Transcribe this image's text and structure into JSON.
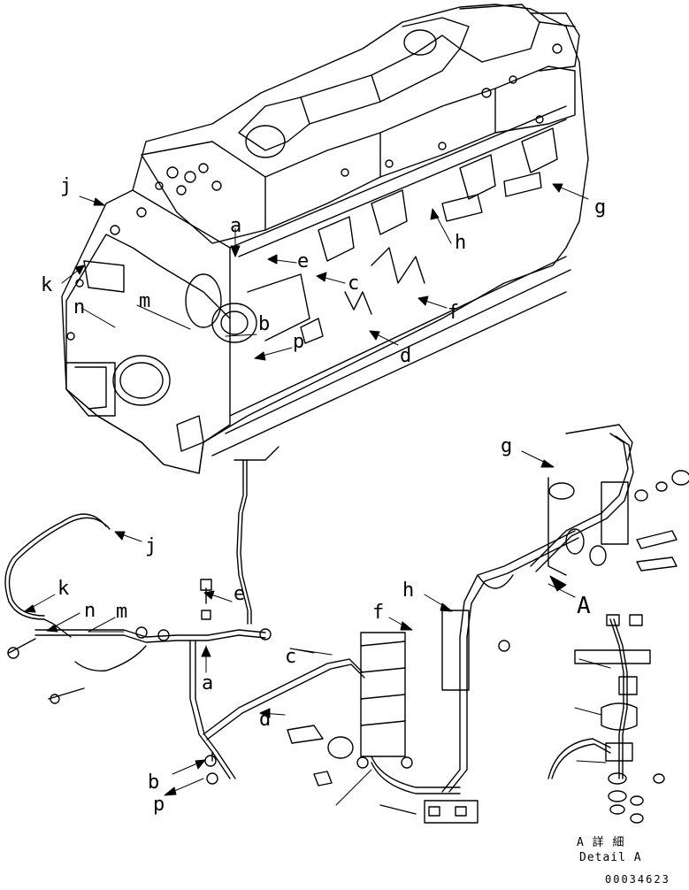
{
  "labels": {
    "upper": {
      "j": "j",
      "k": "k",
      "n": "n",
      "m": "m",
      "a": "a",
      "e": "e",
      "c": "c",
      "b": "b",
      "p": "p",
      "d": "d",
      "f": "f",
      "h": "h",
      "g": "g"
    },
    "lower": {
      "g": "g",
      "j": "j",
      "k": "k",
      "n": "n",
      "m": "m",
      "e": "e",
      "a": "a",
      "c": "c",
      "f": "f",
      "h": "h",
      "d": "d",
      "b": "b",
      "p": "p",
      "A": "A"
    }
  },
  "detail_caption": {
    "line1": "A 詳 細",
    "line2": "Detail A"
  },
  "part_number": "00034623"
}
